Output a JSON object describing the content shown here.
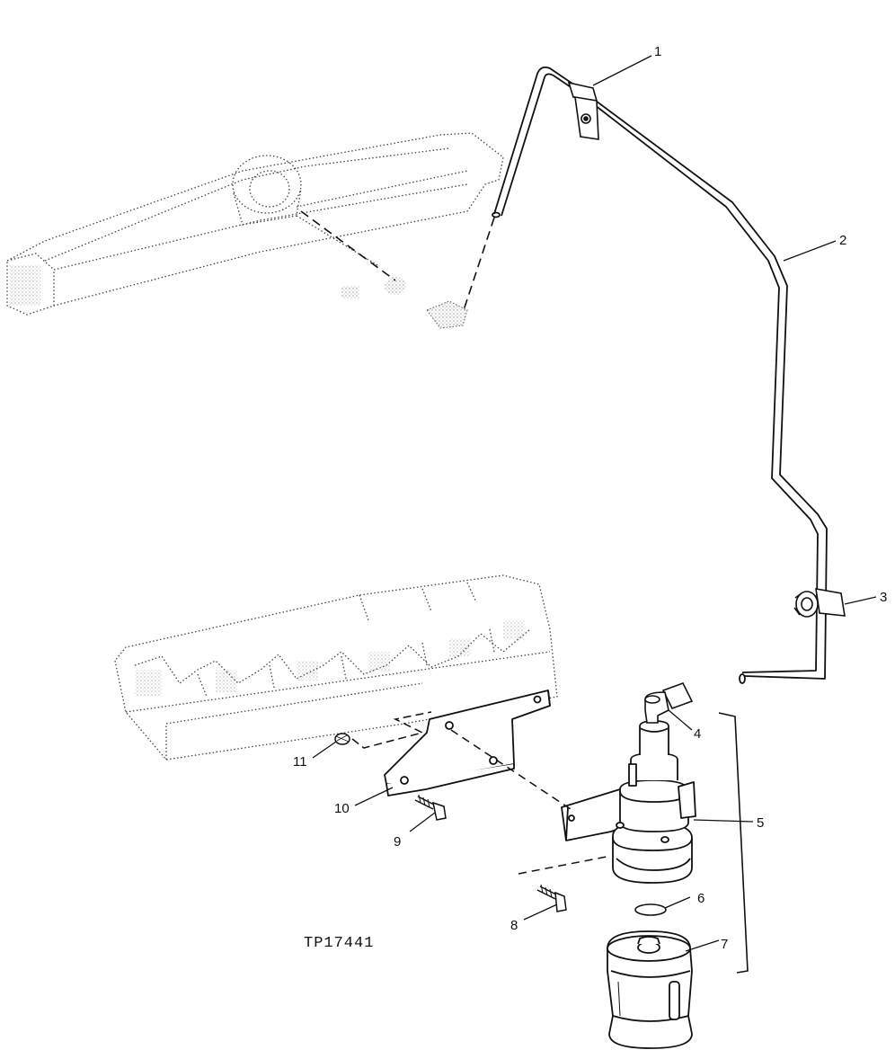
{
  "figure_id": "TP17441",
  "callouts": [
    "1",
    "2",
    "3",
    "4",
    "5",
    "6",
    "7",
    "8",
    "9",
    "10",
    "11"
  ],
  "colors": {
    "line": "#111111",
    "dotted": "#555555",
    "background": "#ffffff"
  }
}
